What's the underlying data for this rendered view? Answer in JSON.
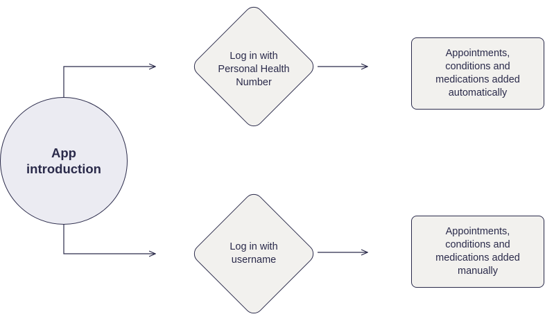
{
  "diagram": {
    "start": {
      "label": "App\nintroduction"
    },
    "branches": [
      {
        "decision": "Log in with\nPersonal Health\nNumber",
        "result": "Appointments,\nconditions and\nmedications added\nautomatically"
      },
      {
        "decision": "Log in with\nusername",
        "result": "Appointments,\nconditions and\nmedications added\nmanually"
      }
    ]
  }
}
